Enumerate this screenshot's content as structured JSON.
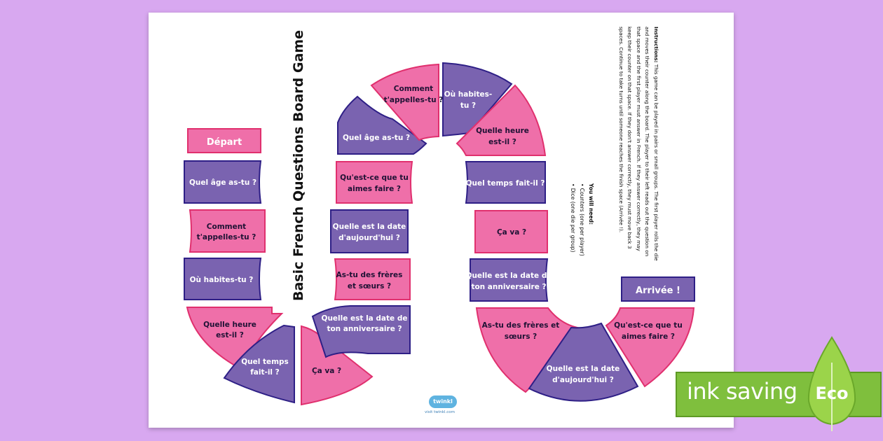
{
  "title": "Basic French Questions Board Game",
  "start_label": "Départ",
  "finish_label": "Arrivée !",
  "colors": {
    "pink": "#ef6fa9",
    "purple": "#7a63b0",
    "border_pink": "#e0306e",
    "border_purple": "#2e1f86"
  },
  "left_column": [
    "Quel âge as-tu ?",
    "Comment t'appelles-tu ?",
    "Où habites-tu ?"
  ],
  "left_bottom": [
    "Quelle heure est-il ?",
    "Quel temps fait-il ?",
    "Ça va ?"
  ],
  "middle_column": [
    "Quelle est la date de ton anniversaire ?",
    "As-tu des frères et sœurs ?",
    "Quelle est la date d'aujourd'hui ?",
    "Qu'est-ce que tu aimes faire ?",
    "Quel âge as-tu ?"
  ],
  "top_arch": [
    "Comment t'appelles-tu ?",
    "Où habites-tu ?",
    "Quelle heure est-il ?"
  ],
  "right_column": [
    "Quel temps fait-il ?",
    "Ça va ?",
    "Quelle est la date de ton anniversaire ?"
  ],
  "right_bottom": [
    "As-tu des frères et sœurs ?",
    "Quelle est la date d'aujourd'hui ?",
    "Qu'est-ce que tu aimes faire ?"
  ],
  "needs": {
    "heading": "You will need:",
    "items": [
      "• Counters (one per player)",
      "• Dice (one die per group)"
    ]
  },
  "instructions": {
    "lead": "Instructions:",
    "text": "This game can be played in pairs or small groups. The first player rolls the die and moves their counter along the board. The player to their left reads out the question on that space and the first player must answer in French. If they answer correctly, they may keep their counter on that space. If they don't answer correctly, they must move back 3 spaces. Continue to take turns until someone reaches the finish space (Arrivée !)."
  },
  "logo": {
    "name": "twinkl",
    "url": "visit twinkl.com"
  },
  "badge": {
    "text": "ink saving",
    "tag": "Eco"
  }
}
